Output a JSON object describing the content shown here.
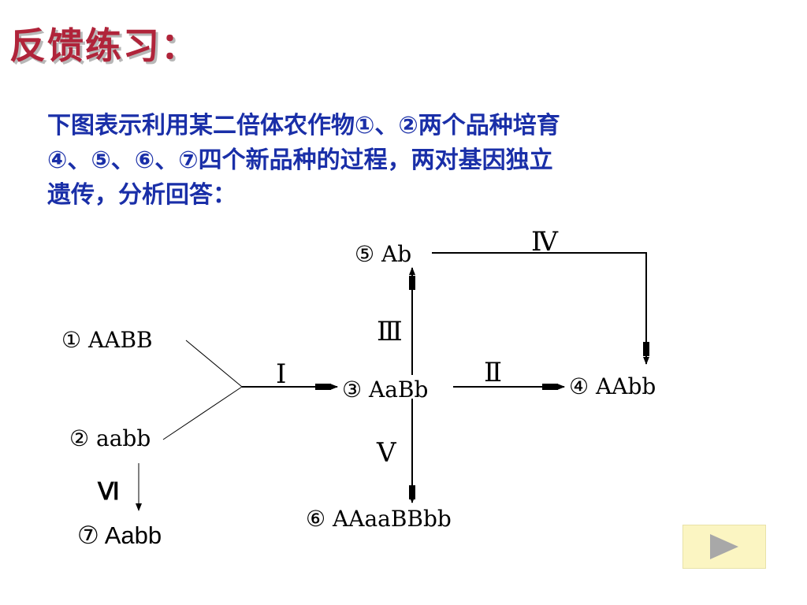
{
  "title": "反馈练习：",
  "question": {
    "lines": [
      "下图表示利用某二倍体农作物①、②两个品种培育",
      "④、⑤、⑥、⑦四个新品种的过程，两对基因独立",
      "遗传，分析回答："
    ]
  },
  "diagram": {
    "nodes": {
      "n1": "① AABB",
      "n2": "② aabb",
      "n3": "③ AaBb",
      "n4": "④ AAbb",
      "n5": "⑤ Ab",
      "n6": "⑥ AAaaBBbb",
      "n7": "⑦ Aabb"
    },
    "steps": {
      "s1": "Ⅰ",
      "s2": "Ⅱ",
      "s3": "Ⅲ",
      "s4": "Ⅳ",
      "s5": "Ⅴ",
      "s6": "Ⅵ"
    }
  },
  "nav": {
    "next_icon": "play-triangle-icon",
    "icon_color": "#a8a8a8",
    "button_color": "#fbf5c2"
  },
  "colors": {
    "title": "#b0243a",
    "question": "#1a2fa8"
  }
}
